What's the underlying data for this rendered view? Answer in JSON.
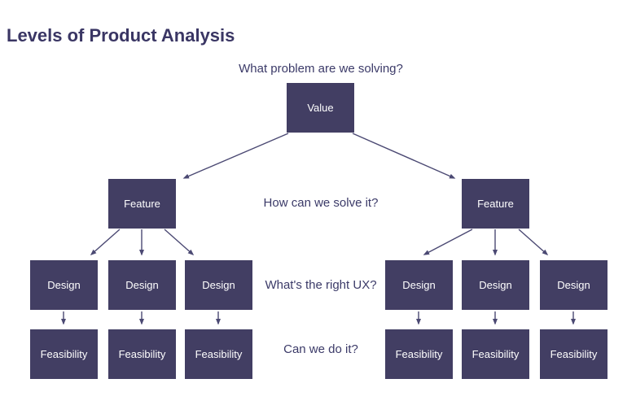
{
  "title": "Levels of Product Analysis",
  "colors": {
    "box_fill": "#423E63",
    "box_text": "#FFFFFF",
    "arrow": "#4B4973",
    "heading_text": "#3A3664",
    "question_text": "#3B3A68",
    "background": "#FFFFFF"
  },
  "levels": [
    {
      "question": "What problem are we solving?",
      "nodes": [
        "Value"
      ]
    },
    {
      "question": "How can we solve it?",
      "nodes": [
        "Feature",
        "Feature"
      ]
    },
    {
      "question": "What's the right UX?",
      "nodes": [
        "Design",
        "Design",
        "Design",
        "Design",
        "Design",
        "Design"
      ]
    },
    {
      "question": "Can we do it?",
      "nodes": [
        "Feasibility",
        "Feasibility",
        "Feasibility",
        "Feasibility",
        "Feasibility",
        "Feasibility"
      ]
    }
  ]
}
